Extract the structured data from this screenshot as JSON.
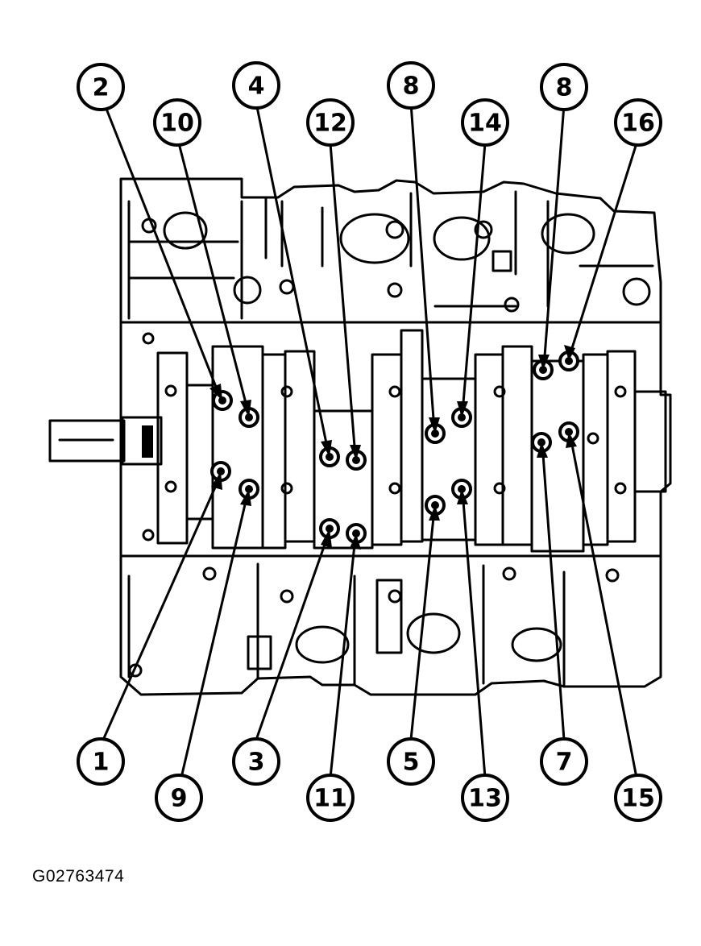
{
  "figure": {
    "id_label": "G02763474",
    "subject": "engine block main bearing cap bolt tightening sequence"
  },
  "callouts": [
    {
      "label": "1"
    },
    {
      "label": "2"
    },
    {
      "label": "3"
    },
    {
      "label": "4"
    },
    {
      "label": "5"
    },
    {
      "label": "8"
    },
    {
      "label": "7"
    },
    {
      "label": "8"
    },
    {
      "label": "9"
    },
    {
      "label": "10"
    },
    {
      "label": "11"
    },
    {
      "label": "12"
    },
    {
      "label": "13"
    },
    {
      "label": "14"
    },
    {
      "label": "15"
    },
    {
      "label": "16"
    }
  ],
  "colors": {
    "ink": "#000000",
    "paper": "#ffffff"
  }
}
